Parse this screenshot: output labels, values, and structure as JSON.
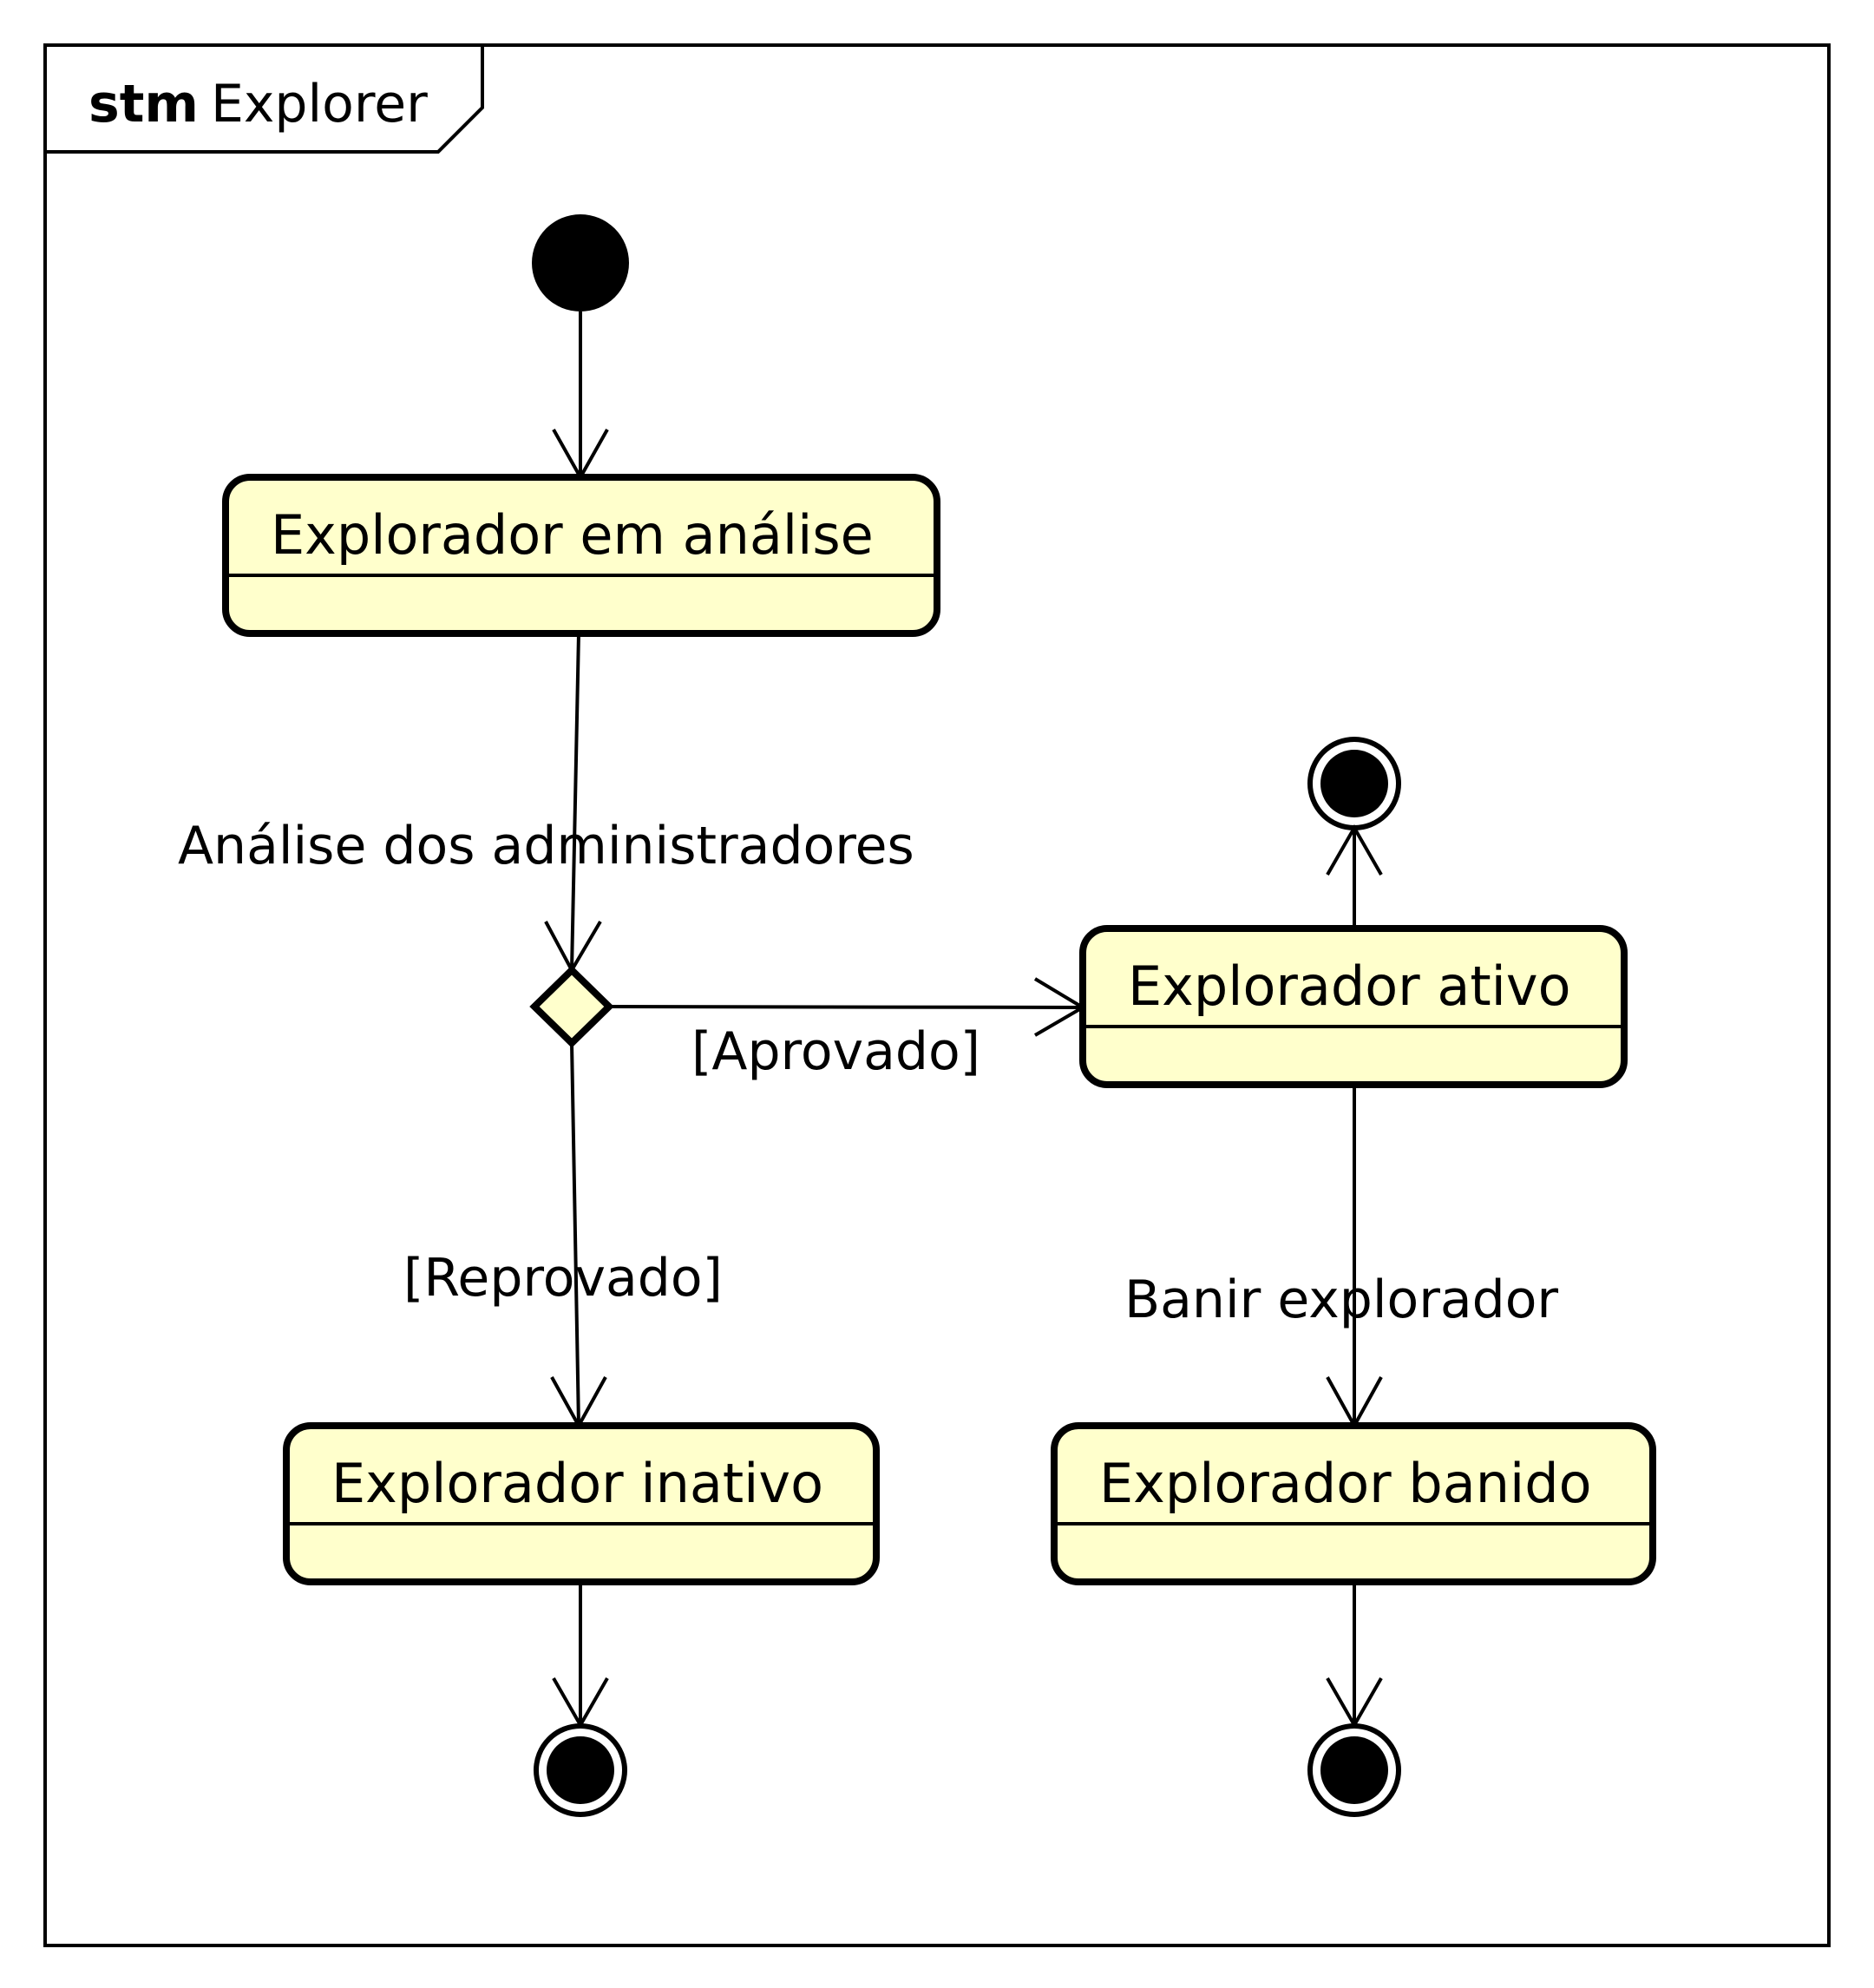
{
  "frame": {
    "keyword": "stm",
    "name": "Explorer"
  },
  "states": {
    "em_analise": "Explorador em análise",
    "ativo": "Explorador ativo",
    "inativo": "Explorador inativo",
    "banido": "Explorador banido"
  },
  "transitions": {
    "analise": "Análise dos administradores",
    "aprovado": "[Aprovado]",
    "reprovado": "[Reprovado]",
    "banir": "Banir explorador"
  },
  "colors": {
    "state_fill": "#FFFFCC",
    "stroke": "#000000",
    "background": "#FFFFFF"
  }
}
